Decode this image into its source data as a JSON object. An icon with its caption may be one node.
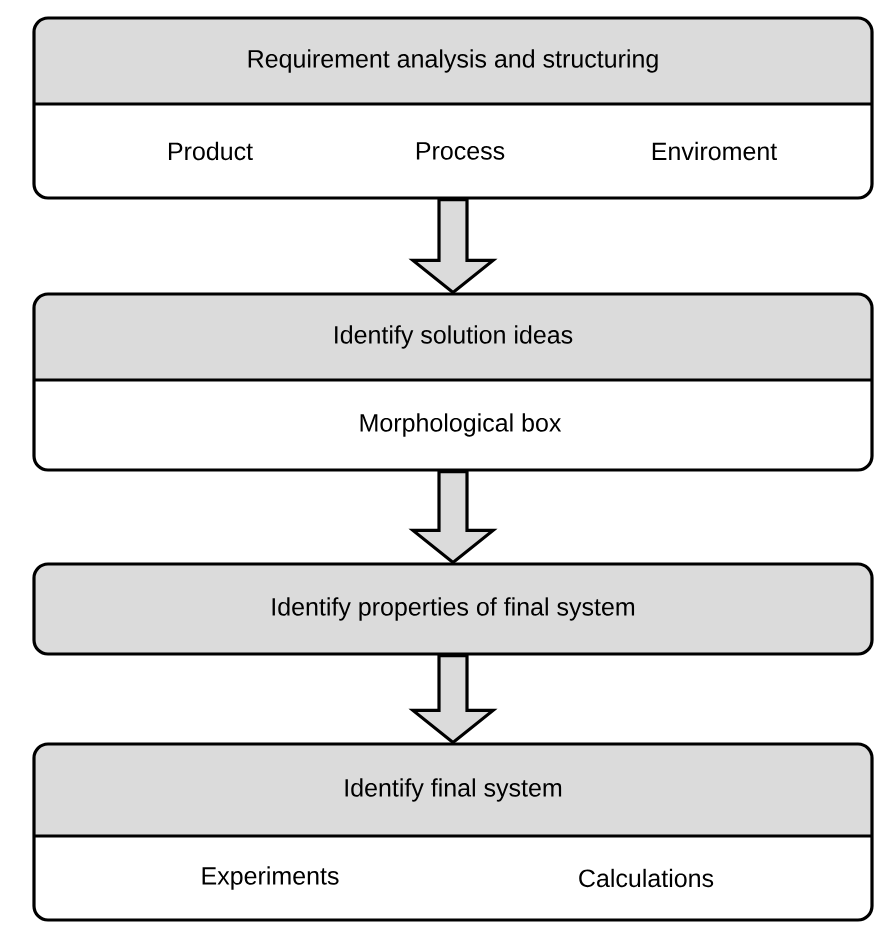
{
  "diagram": {
    "nodes": [
      {
        "text": [
          "Requirement analysis and structuring",
          "Product",
          "Process",
          "Enviroment"
        ]
      },
      {
        "text": [
          "Identify solution ideas",
          "Morphological box"
        ]
      },
      {
        "text": [
          "Identify properties of final system"
        ]
      },
      {
        "text": [
          "Identify final system",
          "Experiments",
          "Calculations"
        ]
      }
    ],
    "edges": [
      {
        "from": 0,
        "to": 1,
        "arrow": "to"
      },
      {
        "from": 1,
        "to": 2,
        "arrow": "to"
      },
      {
        "from": 2,
        "to": 3,
        "arrow": "to"
      }
    ]
  }
}
